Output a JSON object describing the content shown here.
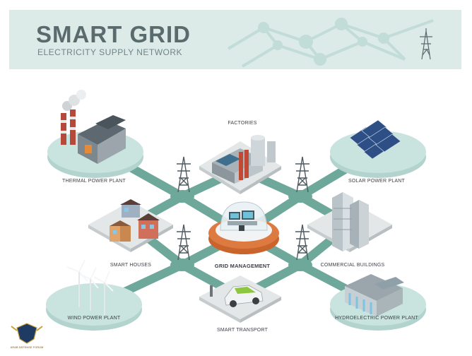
{
  "header": {
    "title": "SMART GRID",
    "subtitle": "ELECTRICITY SUPPLY NETWORK"
  },
  "nodes": {
    "thermal": "THERMAL POWER PLANT",
    "factories": "FACTORIES",
    "solar": "SOLAR POWER PLANT",
    "houses": "SMART HOUSES",
    "center": "GRID MANAGEMENT",
    "commercial": "COMMERCIAL BUILDINGS",
    "wind": "WIND POWER PLANT",
    "transport": "SMART TRANSPORT",
    "hydro": "HYDROELECTRIC POWER PLANT"
  },
  "watermark": {
    "text": "ARAB DEFENSE FORUM"
  },
  "colors": {
    "header_bg": "#dcebe8",
    "platform": "#c9e3de",
    "road": "#6ea89b",
    "hub": "#dd7a3f",
    "title": "#5a6b6e"
  },
  "icons": [
    "transmission-tower-icon",
    "wind-turbine-icon",
    "solar-panel-icon",
    "car-icon",
    "factory-icon",
    "house-icon",
    "dam-icon",
    "control-room-icon",
    "shield-logo-icon"
  ]
}
